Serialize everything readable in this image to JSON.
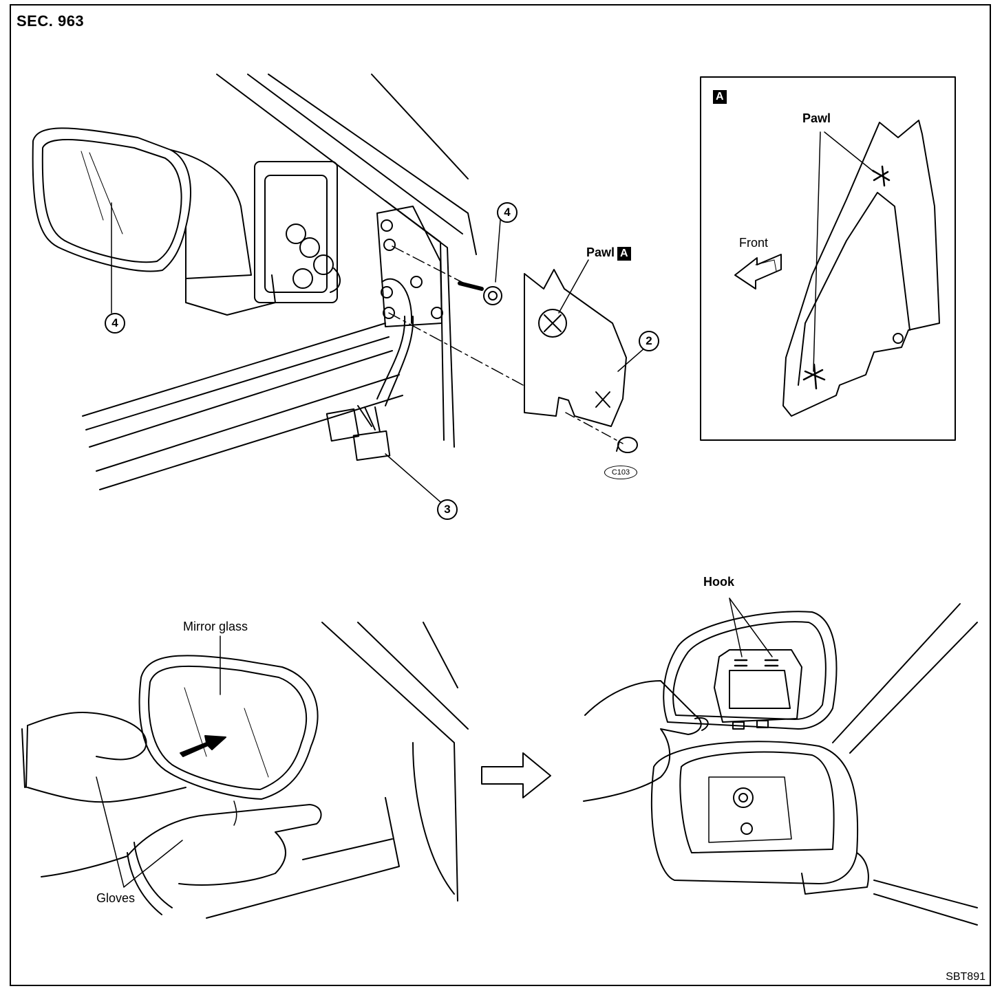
{
  "section_label": "SEC. 963",
  "drawing_code": "SBT891",
  "callouts": {
    "mirror_assembly": "4",
    "bolt": "4",
    "cover": "2",
    "connector": "3"
  },
  "labels": {
    "pawl_a": "Pawl",
    "pawl_a_box": "A",
    "inset_letter": "A",
    "inset_pawl": "Pawl",
    "inset_front": "Front",
    "clip_code": "C103",
    "mirror_glass": "Mirror glass",
    "gloves": "Gloves",
    "hook": "Hook"
  }
}
